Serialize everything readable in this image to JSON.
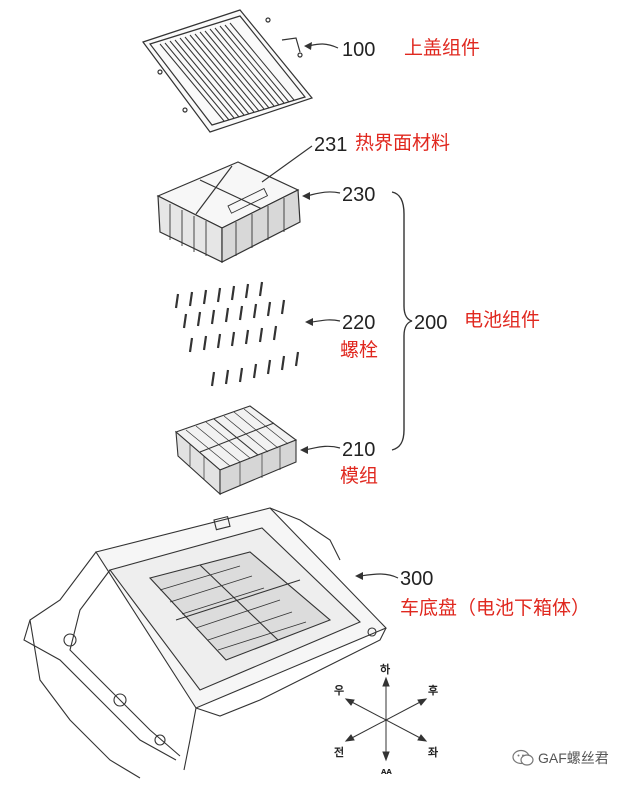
{
  "parts": {
    "top_cover": {
      "number": "100",
      "name": "上盖组件"
    },
    "thermal_material": {
      "number": "231",
      "name": "热界面材料"
    },
    "sub_230": {
      "number": "230"
    },
    "bolts": {
      "number": "220",
      "name": "螺栓"
    },
    "battery_assembly": {
      "number": "200",
      "name": "电池组件"
    },
    "modules": {
      "number": "210",
      "name": "模组"
    },
    "chassis": {
      "number": "300",
      "name": "车底盘（电池下箱体）"
    }
  },
  "compass": {
    "top": "하",
    "upper_left": "우",
    "upper_right": "후",
    "lower_left": "전",
    "lower_right": "좌",
    "bottom": "AA"
  },
  "watermark": {
    "text": "GAF螺丝君"
  },
  "colors": {
    "label_red": "#e0281f",
    "line": "#333333"
  }
}
